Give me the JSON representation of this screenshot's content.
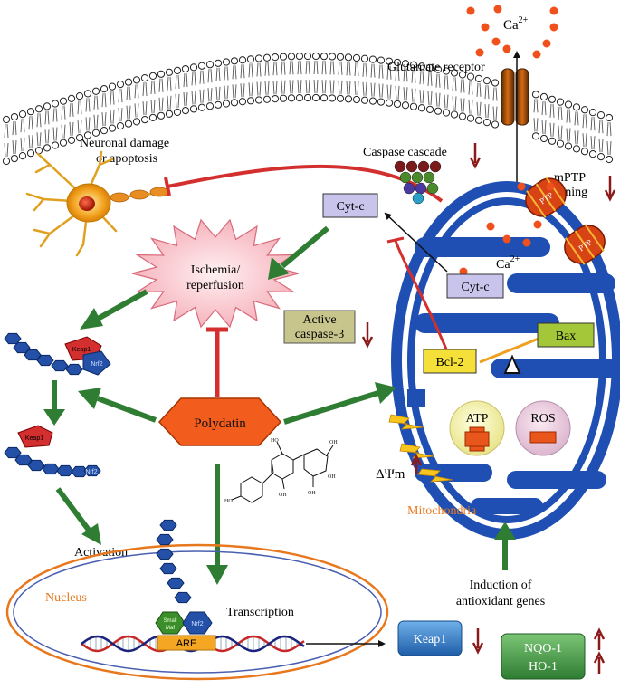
{
  "labels": {
    "ca_top": "Ca",
    "ca_mito": "Ca",
    "ca_sup": "2+",
    "glutamate_receptor": "Glutamate receptor",
    "neuronal_damage_l1": "Neuronal damage",
    "neuronal_damage_l2": "or apoptosis",
    "caspase_cascade": "Caspase cascade",
    "mptp_l1": "mPTP",
    "mptp_l2": "opening",
    "cytc_outer": "Cyt-c",
    "cytc_inner": "Cyt-c",
    "ischemia_l1": "Ischemia/",
    "ischemia_l2": "reperfusion",
    "active_caspase_l1": "Active",
    "active_caspase_l2": "caspase-3",
    "bcl2": "Bcl-2",
    "bax": "Bax",
    "atp": "ATP",
    "ros": "ROS",
    "polydatin": "Polydatin",
    "delta_psi": "ΔΨm",
    "mitochondria": "Mitochondria",
    "activation": "Activation",
    "nucleus": "Nucleus",
    "transcription": "Transcription",
    "induction_l1": "Induction of",
    "induction_l2": "antioxidant genes",
    "keap1_box": "Keap1",
    "nqo1": "NQO-1",
    "ho1": "HO-1",
    "are": "ARE",
    "small_maf_l1": "Small",
    "small_maf_l2": "Maf",
    "nrf2_nucleus": "Nrf2",
    "keap1_top": "Keap1",
    "nrf2_top": "Nrf2",
    "keap1_free": "Keap1",
    "nrf2_free": "Nrf2",
    "ptp1": "PTP",
    "ptp2": "PTP",
    "oh_a": "OH",
    "oh_b": "HO",
    "oh_c": "OH",
    "oh_d": "OH",
    "oh_e": "OH",
    "oh_f": "HO"
  },
  "icons": [
    "neuron-icon",
    "ion-channel-icon",
    "mitochondrion-icon",
    "polydatin-structure-icon",
    "dna-helix-icon",
    "lightning-icon"
  ],
  "colors": {
    "green_arrow": "#2e7d32",
    "red_inhibit": "#d32f2f",
    "dark_red_arrow": "#8b1a1a",
    "mito_blue": "#1f4fb3",
    "polydatin_orange": "#f25c1c",
    "nucleus_orange": "#e8781e",
    "caspase_box": "#c7c48c",
    "cytc_box": "#c9c4ec",
    "bcl2_box": "#f5e03a",
    "bax_box": "#a4c639",
    "keap1_box": "#2f7ac8",
    "nqo_box": "#43a047"
  }
}
